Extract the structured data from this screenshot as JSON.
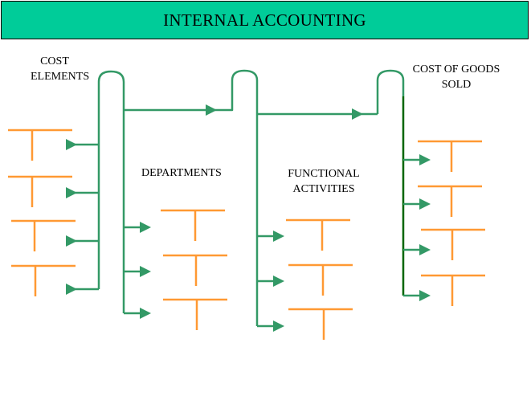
{
  "title": "INTERNAL ACCOUNTING",
  "labels": {
    "cost_elements": [
      "COST",
      "ELEMENTS"
    ],
    "departments": "DEPARTMENTS",
    "functional_activities": [
      "FUNCTIONAL",
      "ACTIVITIES"
    ],
    "cost_of_goods_sold": [
      "COST OF GOODS",
      "SOLD"
    ]
  },
  "colors": {
    "header_bg": "#00cc99",
    "flow_line": "#339966",
    "account": "#ff9933",
    "final_line": "#006600"
  }
}
